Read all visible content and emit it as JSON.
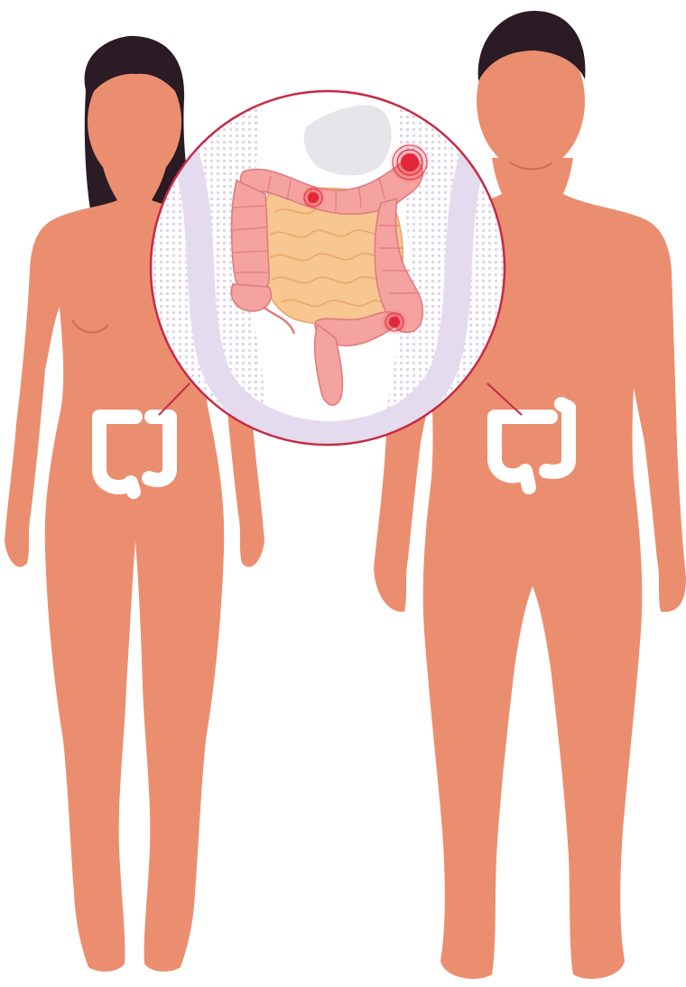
{
  "illustration": {
    "figures": [
      "female-silhouette",
      "male-silhouette"
    ],
    "inset": "colon-zoom-inset",
    "highlights": [
      "pain-point-upper",
      "pain-point-transverse",
      "pain-point-lower"
    ],
    "colors": {
      "skin": "#EB8E6F",
      "hair": "#2A1B24",
      "colon_outline": "#FFFFFF",
      "inset_border": "#C72A45",
      "inset_fill": "#FFFFFF",
      "inset_pattern": "#DCD3E8",
      "large_intestine": "#F4A3A0",
      "small_intestine": "#F8C690",
      "stomach": "#E6E5EA",
      "pain": "#E3263A"
    }
  }
}
